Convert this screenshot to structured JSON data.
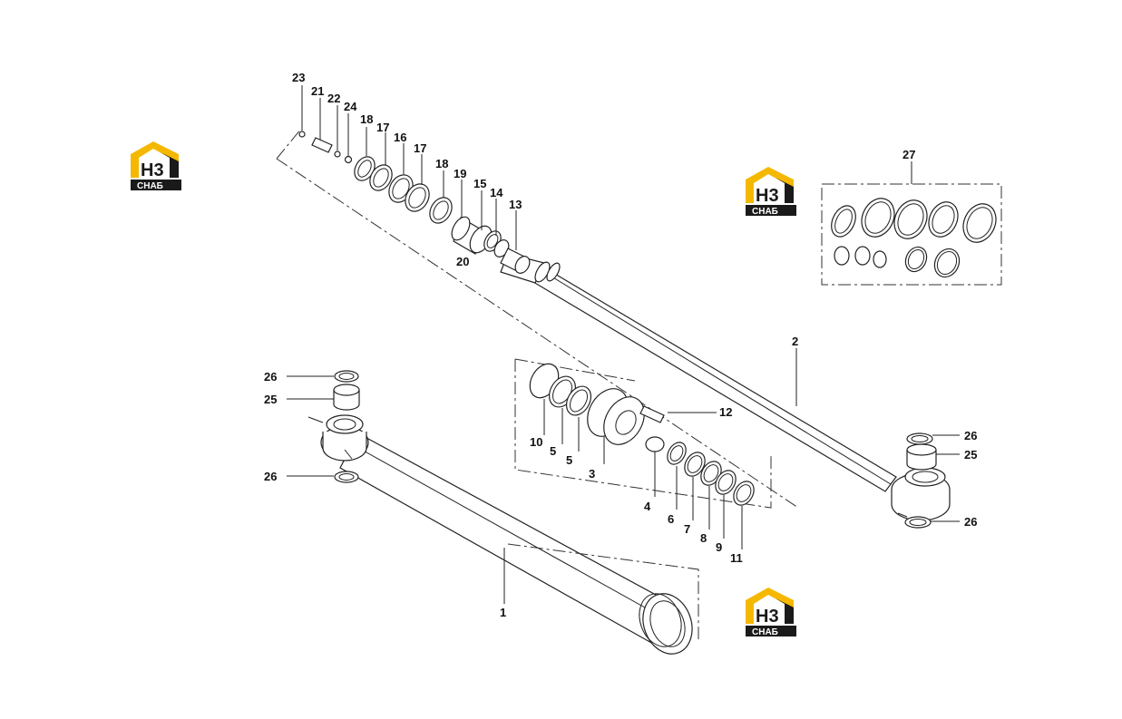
{
  "logo": {
    "letters": "H3",
    "sub": "СНАБ",
    "house_color": "#f5b800",
    "bar_color": "#1a1a1a"
  },
  "callouts": [
    {
      "id": "c23",
      "text": "23"
    },
    {
      "id": "c21",
      "text": "21"
    },
    {
      "id": "c22",
      "text": "22"
    },
    {
      "id": "c24",
      "text": "24"
    },
    {
      "id": "c18a",
      "text": "18"
    },
    {
      "id": "c17a",
      "text": "17"
    },
    {
      "id": "c16",
      "text": "16"
    },
    {
      "id": "c17b",
      "text": "17"
    },
    {
      "id": "c18b",
      "text": "18"
    },
    {
      "id": "c19",
      "text": "19"
    },
    {
      "id": "c15",
      "text": "15"
    },
    {
      "id": "c14",
      "text": "14"
    },
    {
      "id": "c13",
      "text": "13"
    },
    {
      "id": "c20",
      "text": "20"
    },
    {
      "id": "c27",
      "text": "27"
    },
    {
      "id": "c2",
      "text": "2"
    },
    {
      "id": "c26a",
      "text": "26"
    },
    {
      "id": "c25a",
      "text": "25"
    },
    {
      "id": "c26b",
      "text": "26"
    },
    {
      "id": "c12",
      "text": "12"
    },
    {
      "id": "c10",
      "text": "10"
    },
    {
      "id": "c5a",
      "text": "5"
    },
    {
      "id": "c5b",
      "text": "5"
    },
    {
      "id": "c3",
      "text": "3"
    },
    {
      "id": "c4",
      "text": "4"
    },
    {
      "id": "c6",
      "text": "6"
    },
    {
      "id": "c7",
      "text": "7"
    },
    {
      "id": "c8",
      "text": "8"
    },
    {
      "id": "c9",
      "text": "9"
    },
    {
      "id": "c11",
      "text": "11"
    },
    {
      "id": "c26c",
      "text": "26"
    },
    {
      "id": "c25b",
      "text": "25"
    },
    {
      "id": "c26d",
      "text": "26"
    },
    {
      "id": "c1",
      "text": "1"
    }
  ]
}
